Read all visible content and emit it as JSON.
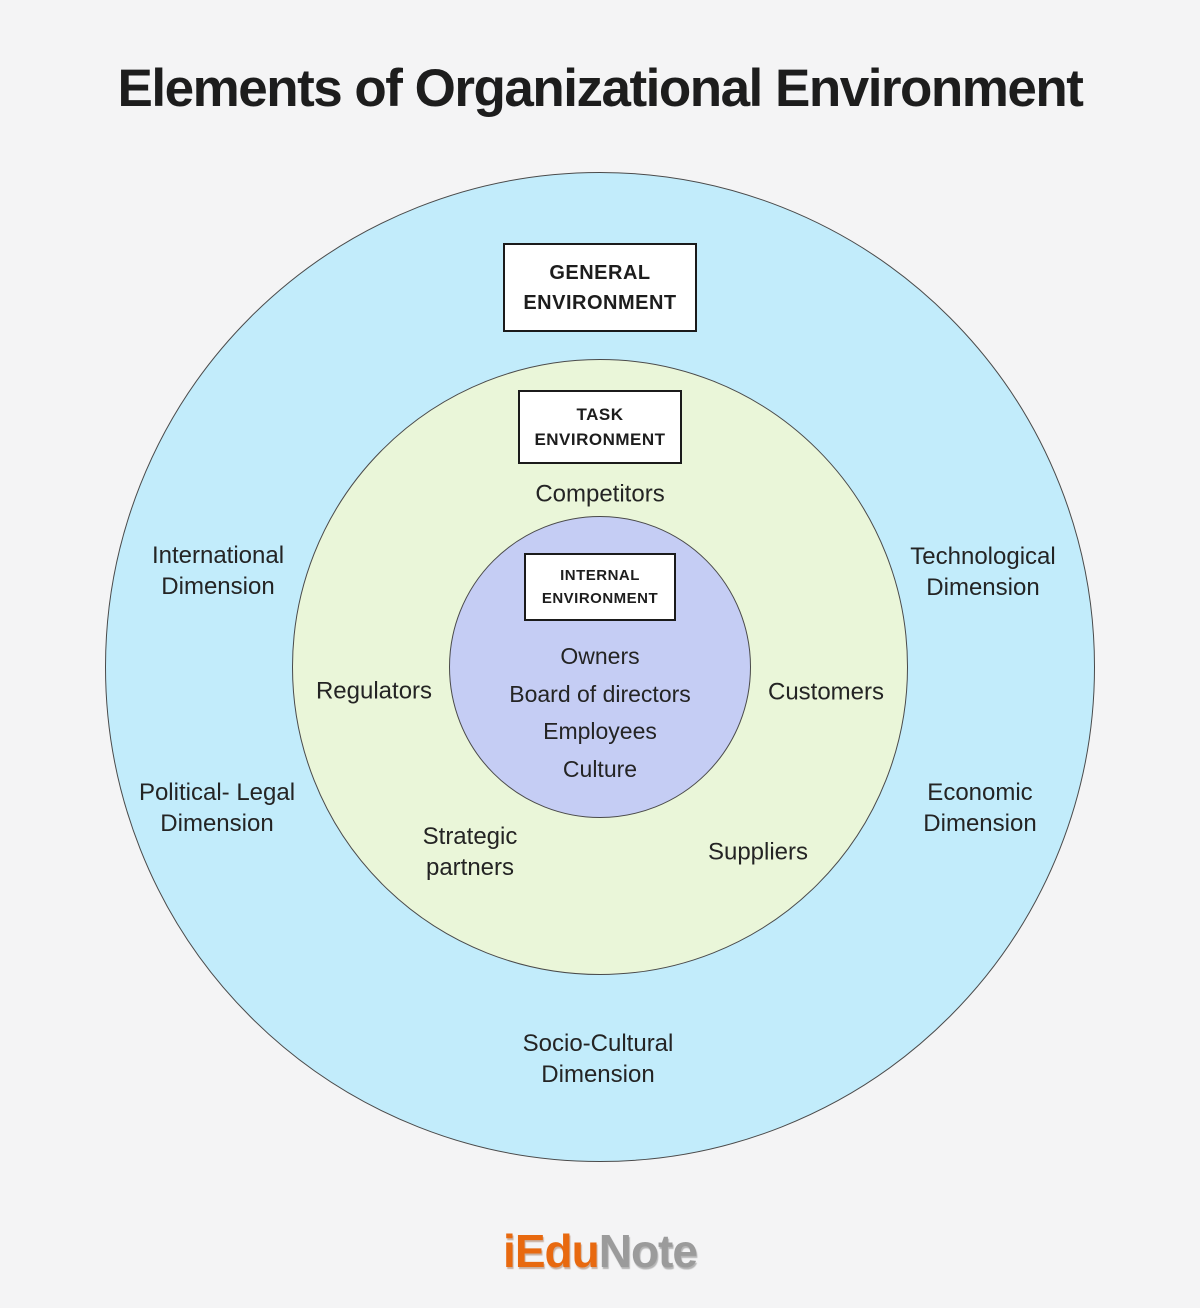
{
  "title": "Elements of Organizational Environment",
  "colors": {
    "background": "#f4f4f5",
    "general_ring_fill": "#c2ecfb",
    "task_ring_fill": "#eaf6d9",
    "internal_circle_fill": "#c5cdf4",
    "box_background": "#ffffff",
    "box_border": "#1b1b1b",
    "ring_border": "#4a4a4a",
    "text": "#242424",
    "logo_orange": "#e8690f",
    "logo_gray": "#9b9b9b"
  },
  "rings": {
    "general": {
      "box_label": "GENERAL\nENVIRONMENT",
      "dimensions": {
        "international": "International\nDimension",
        "technological": "Technological\nDimension",
        "political_legal": "Political- Legal\nDimension",
        "economic": "Economic\nDimension",
        "socio_cultural": "Socio-Cultural\nDimension"
      }
    },
    "task": {
      "box_label": "TASK\nENVIRONMENT",
      "actors": {
        "competitors": "Competitors",
        "regulators": "Regulators",
        "customers": "Customers",
        "strategic_partners": "Strategic\npartners",
        "suppliers": "Suppliers"
      }
    },
    "internal": {
      "box_label": "INTERNAL\nENVIRONMENT",
      "items": [
        "Owners",
        "Board of directors",
        "Employees",
        "Culture"
      ]
    }
  },
  "footer": {
    "logo": {
      "part1": "iEdu",
      "part2": "Note"
    }
  }
}
